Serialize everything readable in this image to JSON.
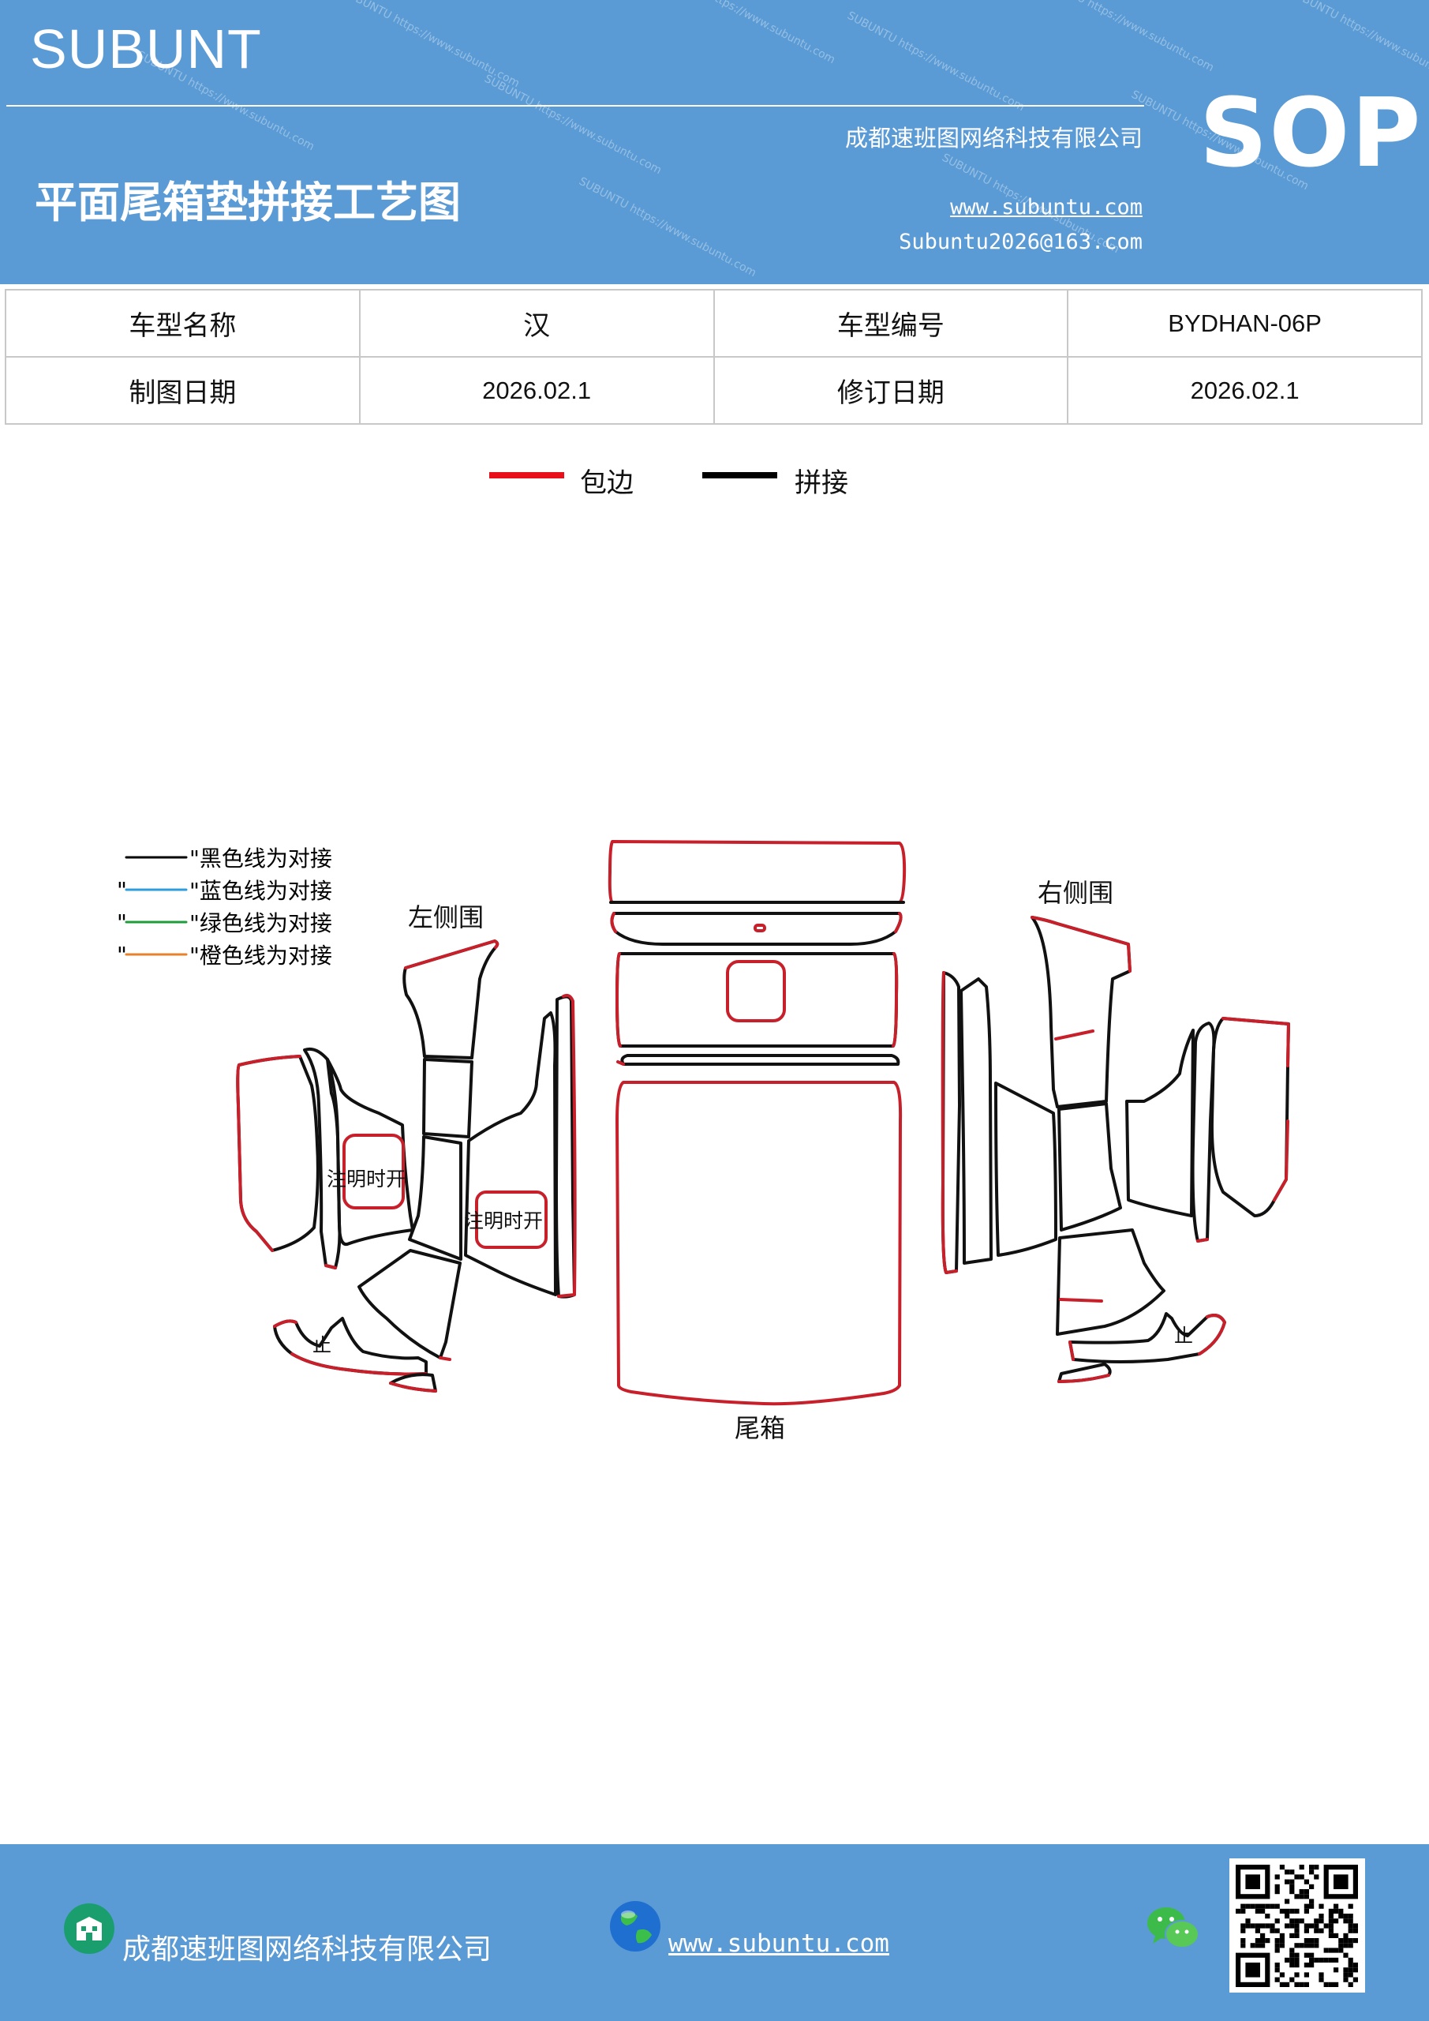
{
  "header": {
    "brand": "SUBUNT",
    "title": "平面尾箱垫拼接工艺图",
    "company": "成都速班图网络科技有限公司",
    "url": "www.subuntu.com",
    "email": "Subuntu2026@163.com",
    "badge": "SOP",
    "watermark": "SUBUNTU https://www.subuntu.com"
  },
  "info_table": {
    "rows": [
      [
        {
          "text": "车型名称",
          "kind": "label"
        },
        {
          "text": "汉",
          "kind": "value"
        },
        {
          "text": "车型编号",
          "kind": "label"
        },
        {
          "text": "BYDHAN-06P",
          "kind": "value"
        }
      ],
      [
        {
          "text": "制图日期",
          "kind": "label"
        },
        {
          "text": "2026.02.1",
          "kind": "value"
        },
        {
          "text": "修订日期",
          "kind": "label"
        },
        {
          "text": "2026.02.1",
          "kind": "value"
        }
      ]
    ]
  },
  "legend": [
    {
      "label": "包边",
      "color": "#e8101a"
    },
    {
      "label": "拼接",
      "color": "#000000"
    }
  ],
  "diagram": {
    "notes": [
      {
        "text": "\"黑色线为对接",
        "color": "#000000",
        "quote": ""
      },
      {
        "text": "\"蓝色线为对接",
        "color": "#2e9de0",
        "quote": "\""
      },
      {
        "text": "\"绿色线为对接",
        "color": "#1f9c3a",
        "quote": "\""
      },
      {
        "text": "\"橙色线为对接",
        "color": "#e8822a",
        "quote": "\""
      }
    ],
    "labels": {
      "left": "左侧围",
      "right": "右侧围",
      "trunk": "尾箱",
      "note1": "注明时开",
      "note2": "注明时开",
      "stop_left": "止",
      "stop_right": "止"
    },
    "colors": {
      "edge": "#c8202a",
      "seam": "#111111"
    }
  },
  "footer": {
    "company": "成都速班图网络科技有限公司",
    "url": "www.subuntu.com",
    "icons": [
      "building-icon",
      "globe-icon",
      "wechat-icon",
      "qr-code"
    ]
  }
}
